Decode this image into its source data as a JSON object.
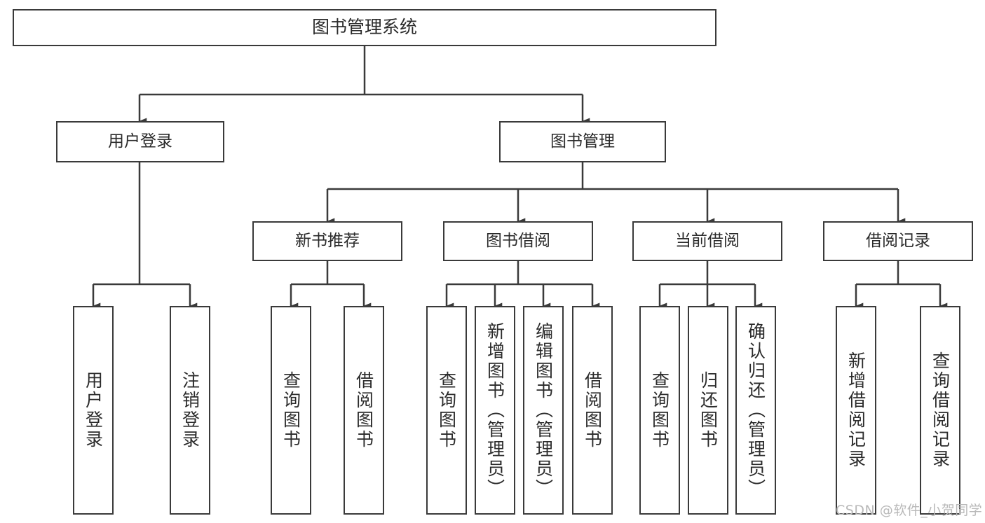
{
  "diagram": {
    "title": "图书管理系统",
    "type": "hierarchy-tree",
    "orientation": "top-down",
    "colors": {
      "stroke": "#3a3a3a",
      "fill": "#ffffff",
      "text": "#2b2b2b",
      "watermark": "#b9b9b9"
    },
    "nodes": {
      "root": {
        "label": "图书管理系统"
      },
      "level1": [
        {
          "id": "user-login",
          "label": "用户登录"
        },
        {
          "id": "book-manage",
          "label": "图书管理"
        }
      ],
      "level2": [
        {
          "id": "new-book-recommend",
          "label": "新书推荐"
        },
        {
          "id": "book-borrow",
          "label": "图书借阅"
        },
        {
          "id": "current-borrow",
          "label": "当前借阅"
        },
        {
          "id": "borrow-record",
          "label": "借阅记录"
        }
      ],
      "level3": [
        {
          "id": "leaf-user-login",
          "label": "用户登录",
          "parent": "user-login"
        },
        {
          "id": "leaf-logout-login",
          "label": "注销登录",
          "parent": "user-login"
        },
        {
          "id": "leaf-query-book-1",
          "label": "查询图书",
          "parent": "new-book-recommend"
        },
        {
          "id": "leaf-borrow-book-1",
          "label": "借阅图书",
          "parent": "new-book-recommend"
        },
        {
          "id": "leaf-query-book-2",
          "label": "查询图书",
          "parent": "book-borrow"
        },
        {
          "id": "leaf-add-book-admin",
          "label": "新增图书（管理员）",
          "parent": "book-borrow"
        },
        {
          "id": "leaf-edit-book-admin",
          "label": "编辑图书（管理员）",
          "parent": "book-borrow"
        },
        {
          "id": "leaf-borrow-book-2",
          "label": "借阅图书",
          "parent": "book-borrow"
        },
        {
          "id": "leaf-query-book-3",
          "label": "查询图书",
          "parent": "current-borrow"
        },
        {
          "id": "leaf-return-book",
          "label": "归还图书",
          "parent": "current-borrow"
        },
        {
          "id": "leaf-confirm-return-admin",
          "label": "确认归还（管理员）",
          "parent": "current-borrow"
        },
        {
          "id": "leaf-add-borrow-record",
          "label": "新增借阅记录",
          "parent": "borrow-record"
        },
        {
          "id": "leaf-query-borrow-record",
          "label": "查询借阅记录",
          "parent": "borrow-record"
        }
      ]
    },
    "watermark": "CSDN @软件_小贺同学"
  }
}
